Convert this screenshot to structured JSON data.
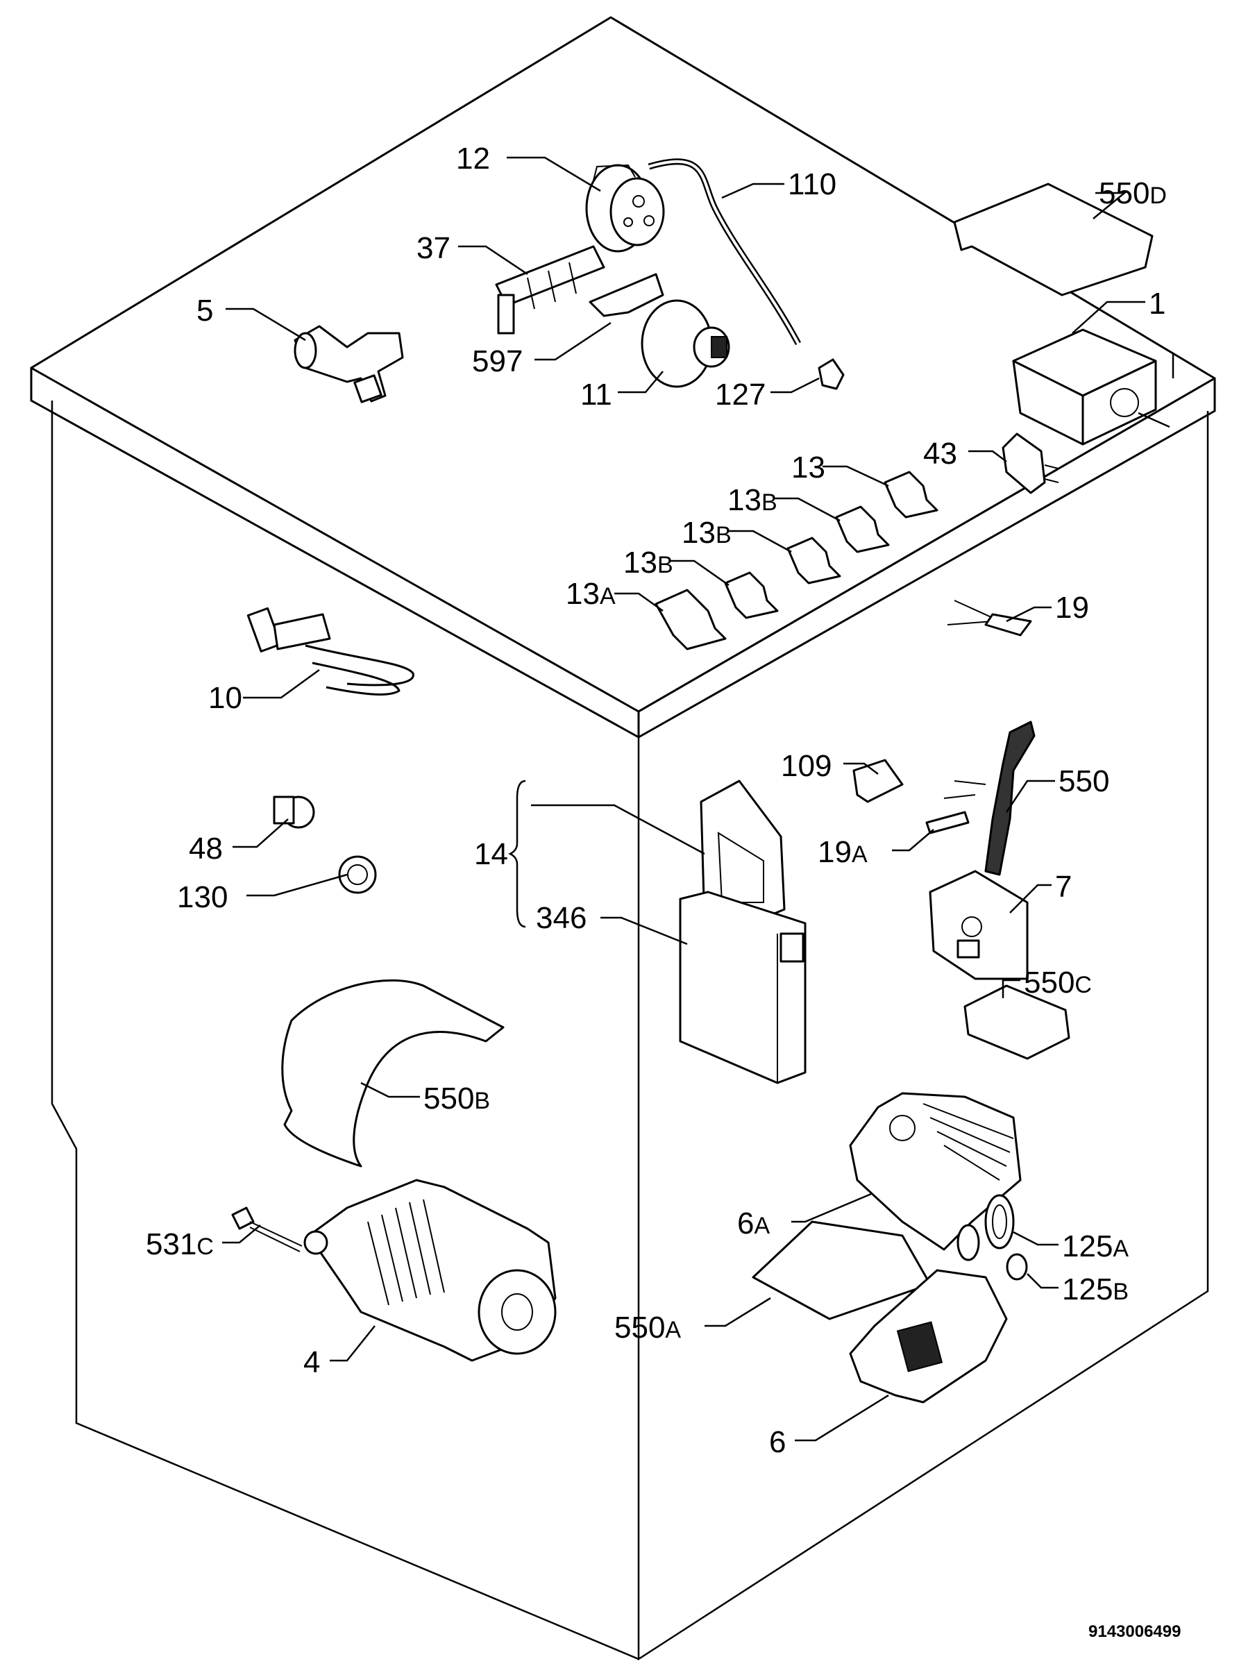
{
  "labels": {
    "l12": "12",
    "l110": "110",
    "l37": "37",
    "l5": "5",
    "l597": "597",
    "l11": "11",
    "l127": "127",
    "l1": "1",
    "l550D": "550",
    "l550D_s": "D",
    "l43": "43",
    "l13": "13",
    "l13B1": "13",
    "l13B1_s": "B",
    "l13B2": "13",
    "l13B2_s": "B",
    "l13B3": "13",
    "l13B3_s": "B",
    "l13A": "13",
    "l13A_s": "A",
    "l19": "19",
    "l10": "10",
    "l109": "109",
    "l550": "550",
    "l19A": "19",
    "l19A_s": "A",
    "l48": "48",
    "l130": "130",
    "l14": "14",
    "l346": "346",
    "l7": "7",
    "l550C": "550",
    "l550C_s": "C",
    "l550B": "550",
    "l550B_s": "B",
    "l6A": "6",
    "l6A_s": "A",
    "l125A": "125",
    "l125A_s": "A",
    "l531C": "531",
    "l531C_s": "C",
    "l125B": "125",
    "l125B_s": "B",
    "l550A": "550",
    "l550A_s": "A",
    "l4": "4",
    "l6": "6"
  },
  "reference_number": "9143006499"
}
